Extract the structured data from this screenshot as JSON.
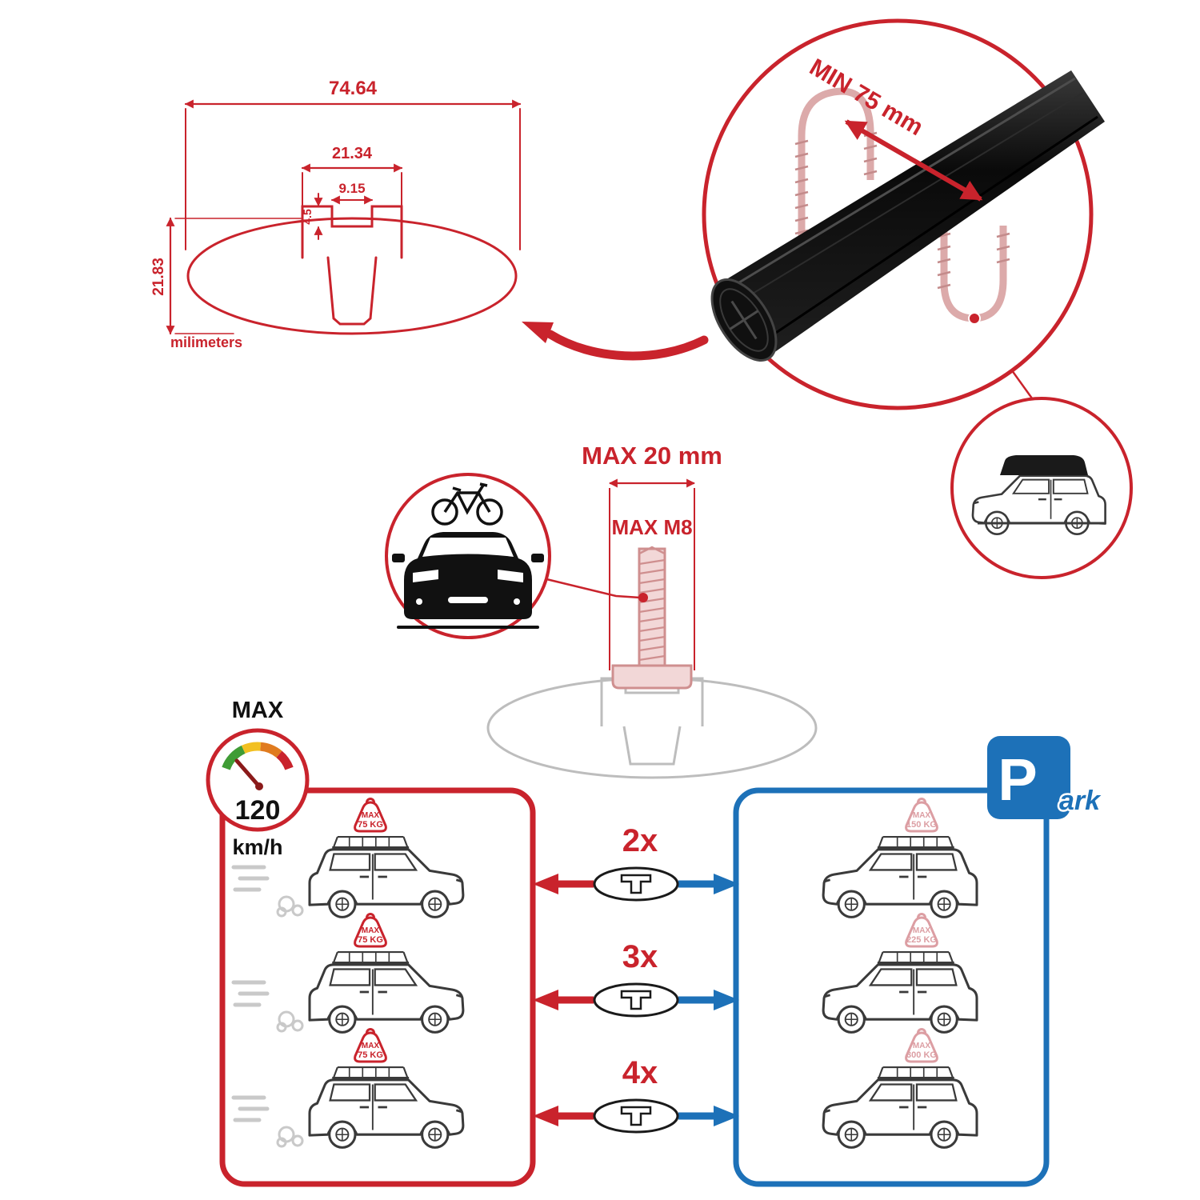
{
  "colors": {
    "red": "#c9232c",
    "pink": "#dcaaaa",
    "blue": "#1d71b8",
    "gray": "#bdbdbd",
    "dark": "#1a1a1a"
  },
  "tech_drawing": {
    "dim_overall": "74.64",
    "dim_channel": "21.34",
    "dim_slot": "9.15",
    "dim_slot_depth": "4.5",
    "dim_height": "21.83",
    "units_label": "milimeters"
  },
  "crossbar_detail": {
    "min_clamp_label": "MIN 75 mm"
  },
  "bolt_detail": {
    "max_width_label": "MAX 20 mm",
    "max_thread_label": "MAX M8"
  },
  "speed_gauge": {
    "title": "MAX",
    "value": "120",
    "units": "km/h"
  },
  "park_sign": {
    "letter": "P",
    "suffix": "ark"
  },
  "driving_zone": {
    "cars": [
      {
        "tag_title": "MAX",
        "tag_load": "75 KG"
      },
      {
        "tag_title": "MAX",
        "tag_load": "75 KG"
      },
      {
        "tag_title": "MAX",
        "tag_load": "75 KG"
      }
    ]
  },
  "parked_zone": {
    "cars": [
      {
        "tag_title": "MAX",
        "tag_load": "150 KG"
      },
      {
        "tag_title": "MAX",
        "tag_load": "225 KG"
      },
      {
        "tag_title": "MAX",
        "tag_load": "300 KG"
      }
    ]
  },
  "bar_count_options": [
    {
      "label": "2x"
    },
    {
      "label": "3x"
    },
    {
      "label": "4x"
    }
  ]
}
